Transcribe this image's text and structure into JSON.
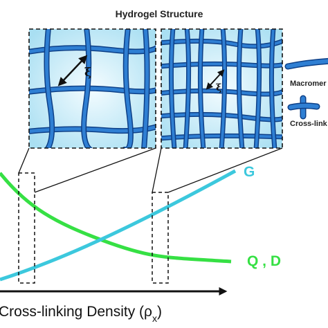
{
  "figure": {
    "title": "Hydrogel Structure",
    "mesh_symbol": "ξ",
    "legend": {
      "macromer_label": "Macromer",
      "crosslink_label": "Cross-link"
    },
    "x_axis_label": "Cross-linking Density (ρ",
    "x_axis_subscript": "x",
    "x_axis_close": ")",
    "curves": {
      "g_label": "G",
      "qd_label": "Q , D"
    },
    "colors": {
      "fiber": "#2f7fd3",
      "fiber_edge": "#0d3f86",
      "panel_bg": "#cfeefa",
      "g_curve": "#3cc8dd",
      "qd_curve": "#36e044",
      "axis": "#111111"
    }
  }
}
